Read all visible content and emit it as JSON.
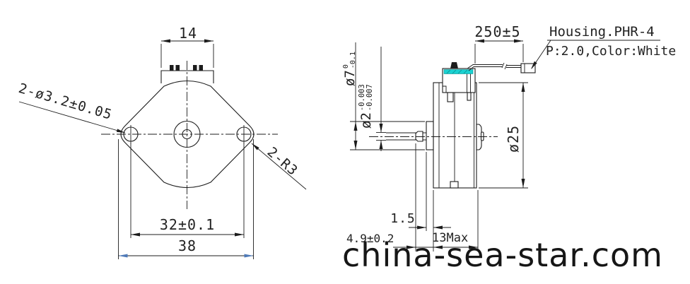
{
  "drawing": {
    "watermark": "china-sea-star.com",
    "front_view": {
      "dim_terminal_width": "14",
      "dim_mount_holes": "2-ø3.2±0.05",
      "dim_corner_radius": "2-R3",
      "dim_hole_spacing": "32±0.1",
      "dim_overall_width": "38"
    },
    "side_view": {
      "dim_wire_length": "250±5",
      "note_connector_line1": "Housing.PHR-4",
      "note_connector_line2": "P:2.0,Color:White",
      "dim_body_diameter": "ø25",
      "dim_boss_diameter": {
        "main": "ø7",
        "tol_top": "0",
        "tol_bottom": "-0.1"
      },
      "dim_shaft_diameter": {
        "main": "ø2",
        "tol_top": "-0.003",
        "tol_bottom": "-0.007"
      },
      "dim_boss_height": "1.5",
      "dim_shaft_protrusion": "4.9±0.2",
      "dim_body_depth": "13Max"
    },
    "colors": {
      "line": "#1c1c1c",
      "accent_blue": "#4f7ab8",
      "accent_red": "#9c3f3f",
      "accent_cyan": "#1ad1d1",
      "accent_cyan_dark": "#0a8f8f"
    }
  }
}
